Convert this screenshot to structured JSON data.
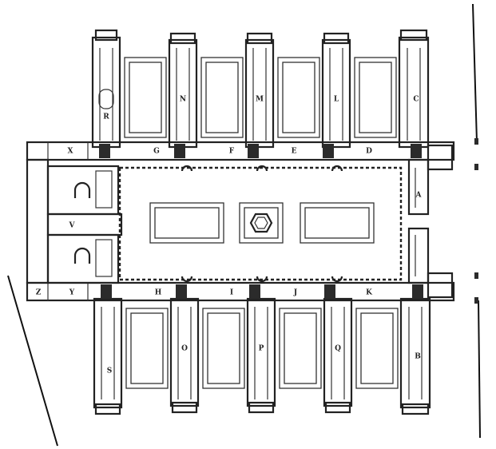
{
  "labels": {
    "A": "A",
    "B": "B",
    "C": "C",
    "D": "D",
    "E": "E",
    "F": "F",
    "G": "G",
    "H": "H",
    "I": "I",
    "J": "J",
    "K": "K",
    "L": "L",
    "M": "M",
    "N": "N",
    "O": "O",
    "P": "P",
    "Q": "Q",
    "R": "R",
    "S": "S",
    "V": "V",
    "X": "X",
    "Y": "Y",
    "Z": "Z"
  }
}
